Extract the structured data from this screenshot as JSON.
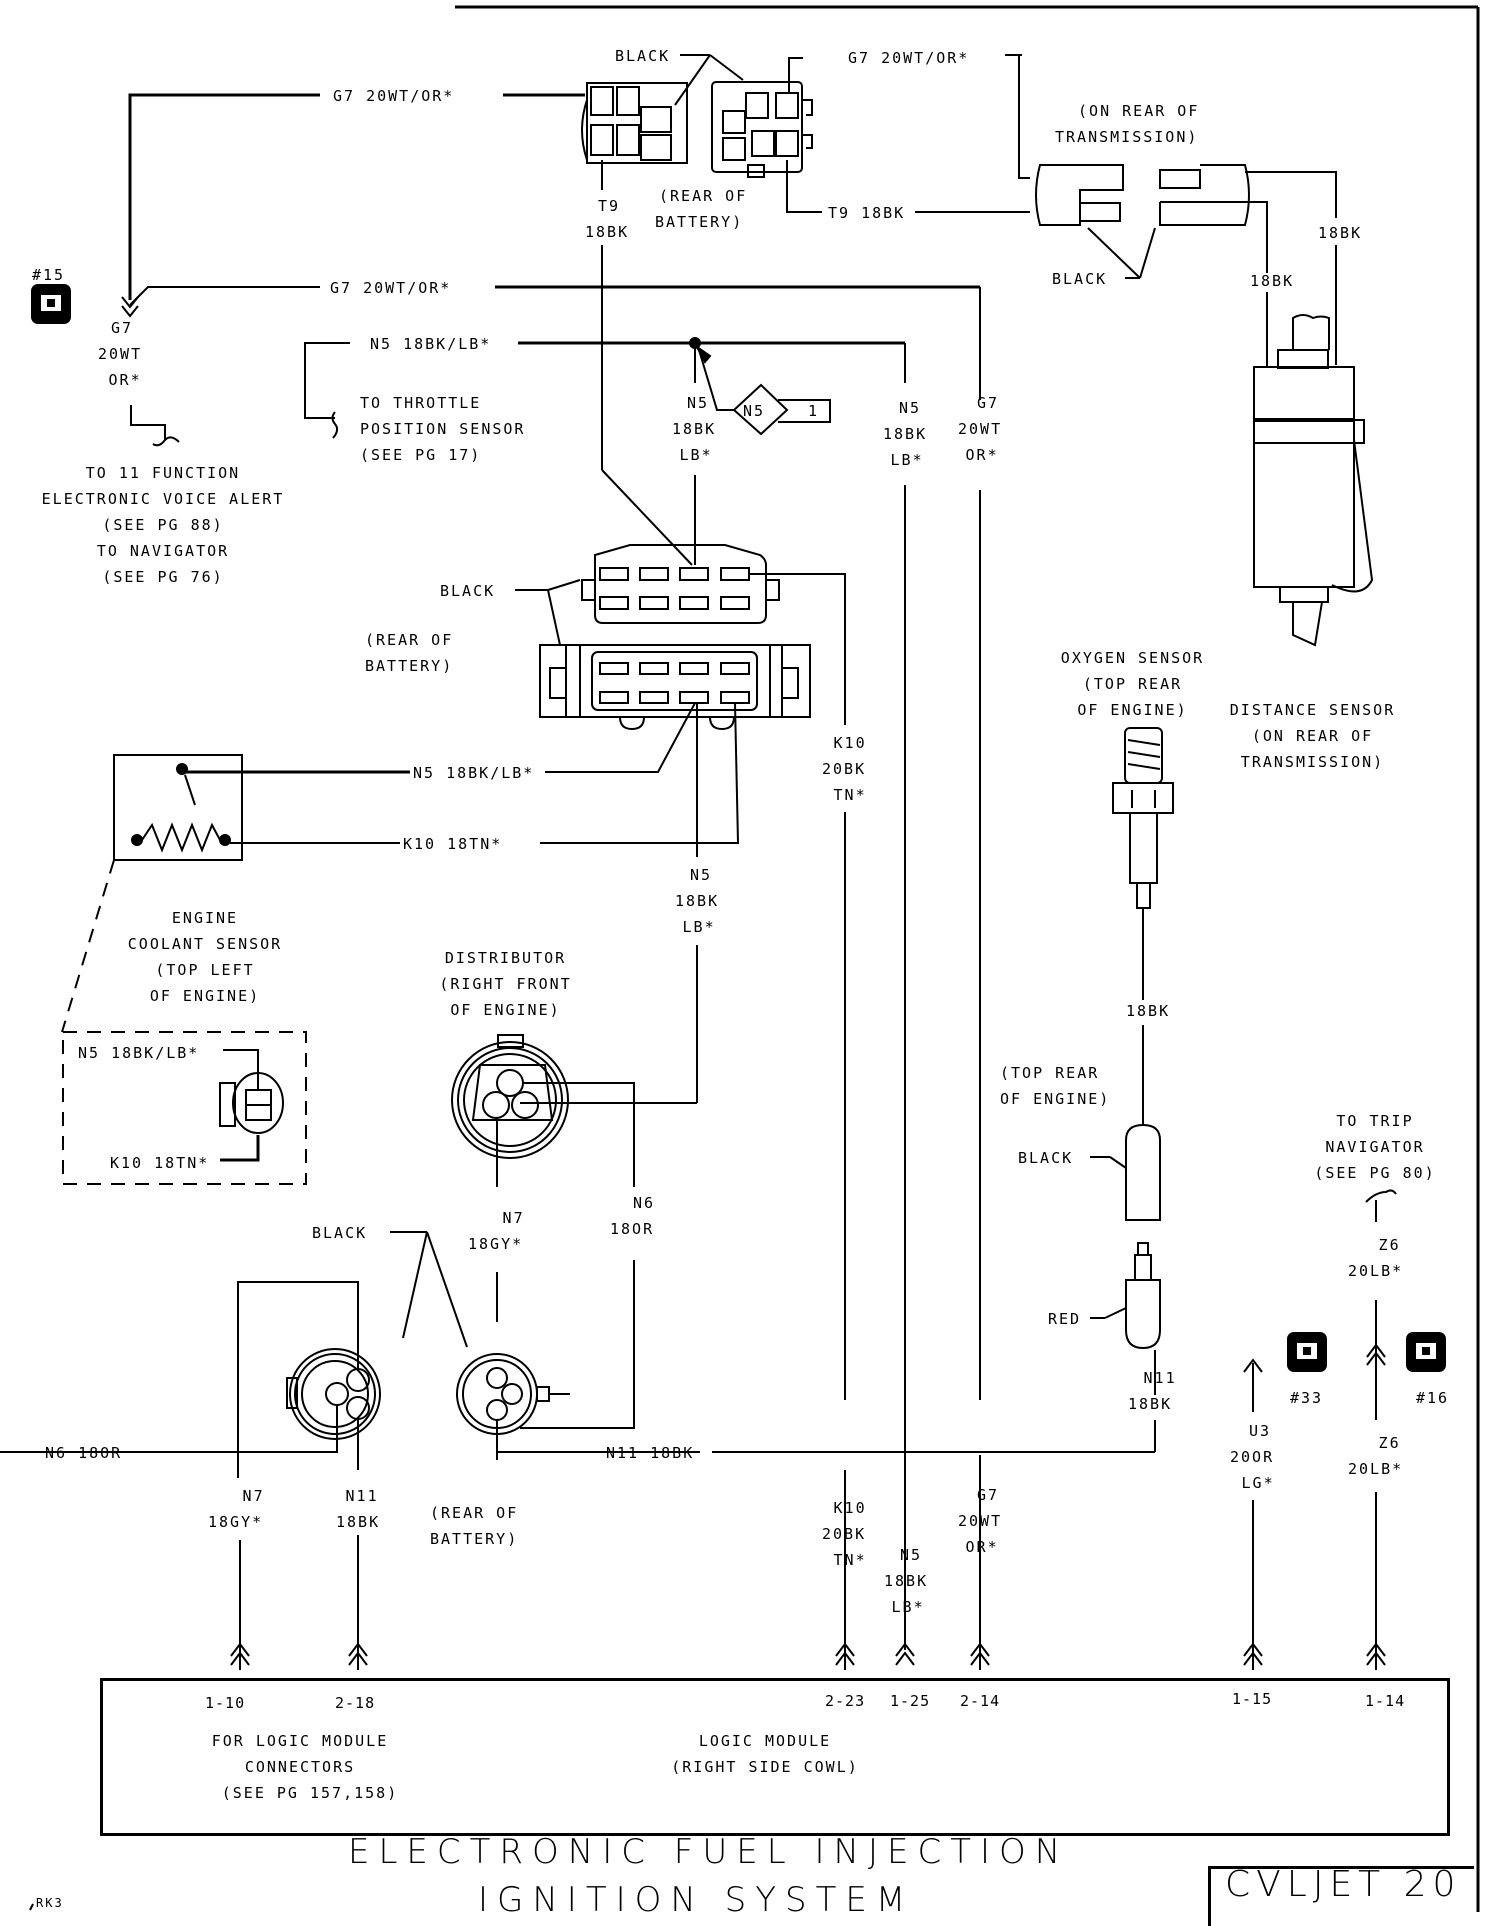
{
  "diagram": {
    "title_line1": "ELECTRONIC FUEL INJECTION",
    "title_line2": "IGNITION SYSTEM",
    "page_code": "CVLJET 20",
    "corner_mark": "RK3"
  },
  "splices": [
    {
      "id": "#15",
      "label": "#15"
    },
    {
      "id": "#33",
      "label": "#33"
    },
    {
      "id": "#16",
      "label": "#16"
    }
  ],
  "wires": {
    "g7_top": "G7 20WT/OR*",
    "g7_mid": "G7 20WT/OR*",
    "g7_connector": "G7 20WT/OR*",
    "g7_left_vertical": [
      "G7",
      "20WT",
      "OR*"
    ],
    "g7_right_vertical": [
      "G7",
      "20WT",
      "OR*"
    ],
    "g7_bottom_vertical": [
      "G7",
      "20WT",
      "OR*"
    ],
    "t9_vertical": [
      "T9",
      "18BK"
    ],
    "t9_horizontal": "T9 18BK",
    "n5_top": "N5 18BK/LB*",
    "n5_drop": [
      "N5",
      "18BK",
      "LB*"
    ],
    "n5_right": [
      "N5",
      "18BK",
      "LB*"
    ],
    "n5_bottom": [
      "N5",
      "18BK",
      "LB*"
    ],
    "n5_mid": [
      "N5",
      "18BK",
      "LB*"
    ],
    "n5_coolant": "N5 18BK/LB*",
    "n5_inset": "N5 18BK/LB*",
    "k10_coolant": "K10 18TN*",
    "k10_inset": "K10 18TN*",
    "k10_vertical": [
      "K10",
      "20BK",
      "TN*"
    ],
    "k10_bottom": [
      "K10",
      "20BK",
      "TN*"
    ],
    "n6_dist": [
      "N6",
      "18OR"
    ],
    "n6_left": "N6 18OR",
    "n7_dist": [
      "N7",
      "18GY*"
    ],
    "n7_bottom": [
      "N7",
      "18GY*"
    ],
    "n11_bottom": [
      "N11",
      "18BK"
    ],
    "n11_horizontal": "N11 18BK",
    "n11_oxygen": [
      "N11",
      "18BK"
    ],
    "oxygen_wire": "18BK",
    "distance_wire_a": "18BK",
    "distance_wire_b": "18BK",
    "u3": [
      "U3",
      "20OR",
      "LG*"
    ],
    "z6_upper": [
      "Z6",
      "20LB*"
    ],
    "z6_lower": [
      "Z6",
      "20LB*"
    ],
    "n5_splice_ref": "N5",
    "n5_splice_num": "1"
  },
  "components": {
    "black_top": "BLACK",
    "black_mid": "BLACK",
    "black_distance": "BLACK",
    "black_bottom": "BLACK",
    "black_oxygen": "BLACK",
    "red_oxygen": "RED",
    "rear_battery_top": [
      "(REAR OF",
      "BATTERY)"
    ],
    "rear_battery_mid": [
      "(REAR OF",
      "BATTERY)"
    ],
    "rear_battery_bottom": [
      "(REAR OF",
      "BATTERY)"
    ],
    "on_rear_transmission": [
      "(ON REAR OF",
      "TRANSMISSION)"
    ],
    "throttle": [
      "TO THROTTLE",
      "POSITION SENSOR",
      "(SEE PG 17)"
    ],
    "voice_alert": [
      "TO 11 FUNCTION",
      "ELECTRONIC VOICE ALERT",
      "(SEE PG 88)",
      "TO NAVIGATOR",
      "(SEE PG 76)"
    ],
    "coolant_sensor": [
      "ENGINE",
      "COOLANT SENSOR",
      "(TOP LEFT",
      "OF ENGINE)"
    ],
    "distributor": [
      "DISTRIBUTOR",
      "(RIGHT FRONT",
      "OF ENGINE)"
    ],
    "oxygen_sensor": [
      "OXYGEN SENSOR",
      "(TOP REAR",
      "OF ENGINE)"
    ],
    "distance_sensor": [
      "DISTANCE SENSOR",
      "(ON REAR OF",
      "TRANSMISSION)"
    ],
    "top_rear_engine": [
      "(TOP REAR",
      "OF ENGINE)"
    ],
    "trip_navigator": [
      "TO TRIP",
      "NAVIGATOR",
      "(SEE PG 80)"
    ]
  },
  "logic_module": {
    "pins": [
      "1-10",
      "2-18",
      "2-23",
      "1-25",
      "2-14",
      "1-15",
      "1-14"
    ],
    "note": [
      "FOR LOGIC MODULE",
      "CONNECTORS",
      "(SEE PG 157,158)"
    ],
    "name": [
      "LOGIC MODULE",
      "(RIGHT SIDE COWL)"
    ]
  }
}
